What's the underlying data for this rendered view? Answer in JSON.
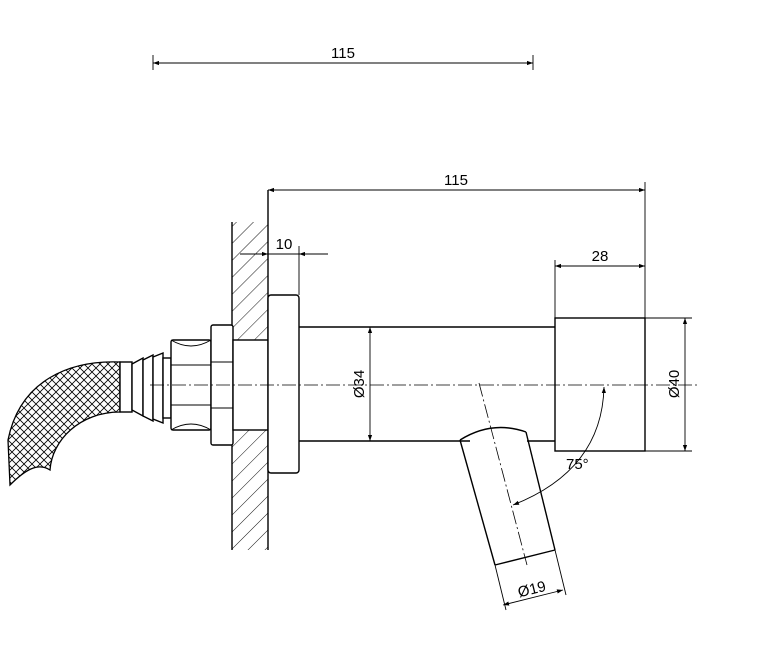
{
  "dimensions": {
    "top_overall": "115",
    "overall_length": "115",
    "flange_thickness": "10",
    "cap_length": "28",
    "tube_diameter": "Ø34",
    "cap_diameter": "Ø40",
    "spout_angle": "75°",
    "spout_diameter": "Ø19"
  }
}
